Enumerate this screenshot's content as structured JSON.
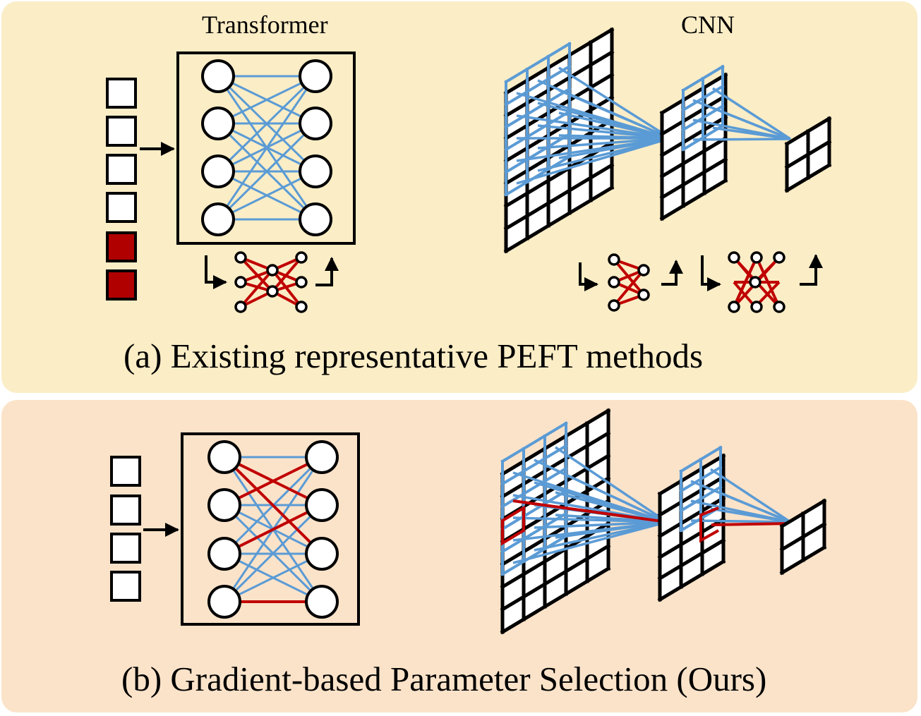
{
  "panel_a": {
    "transformer_label": "Transformer",
    "cnn_label": "CNN",
    "caption": "(a)  Existing representative PEFT methods"
  },
  "panel_b": {
    "caption": "(b)  Gradient-based Parameter Selection (Ours)"
  },
  "colors": {
    "panel_a_bg": "#fbedc6",
    "panel_b_bg": "#fbe3c9",
    "selected_connection": "#4a90d9",
    "tuned_parameter": "#c00000",
    "prompt_token": "#b00000"
  }
}
